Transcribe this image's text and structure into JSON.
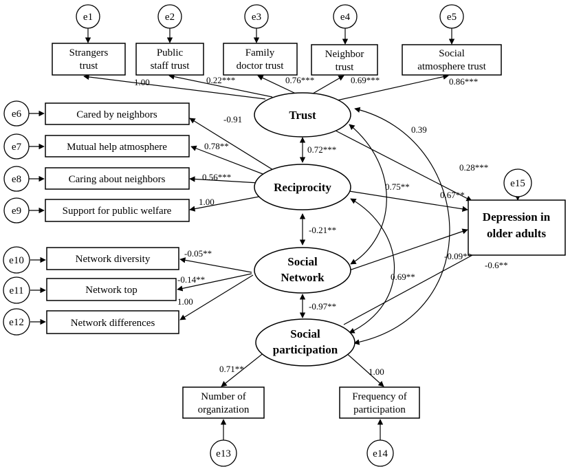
{
  "errors": {
    "e1": "e1",
    "e2": "e2",
    "e3": "e3",
    "e4": "e4",
    "e5": "e5",
    "e6": "e6",
    "e7": "e7",
    "e8": "e8",
    "e9": "e9",
    "e10": "e10",
    "e11": "e11",
    "e12": "e12",
    "e13": "e13",
    "e14": "e14",
    "e15": "e15"
  },
  "indicators": {
    "strangers_trust": [
      "Strangers",
      "trust"
    ],
    "public_staff_trust": [
      "Public",
      "staff trust"
    ],
    "family_doctor_trust": [
      "Family",
      "doctor trust"
    ],
    "neighbor_trust": [
      "Neighbor",
      "trust"
    ],
    "social_atmosphere_trust": [
      "Social",
      "atmosphere trust"
    ],
    "cared_by_neighbors": "Cared by neighbors",
    "mutual_help_atmosphere": "Mutual help atmosphere",
    "caring_about_neighbors": "Caring about neighbors",
    "support_public_welfare": "Support for public welfare",
    "network_diversity": "Network diversity",
    "network_top": "Network top",
    "network_differences": "Network differences",
    "number_of_organization": [
      "Number of",
      "organization"
    ],
    "frequency_of_participation": [
      "Frequency of",
      "participation"
    ]
  },
  "latents": {
    "trust": "Trust",
    "reciprocity": "Reciprocity",
    "social_network": [
      "Social",
      "Network"
    ],
    "social_participation": [
      "Social",
      "participation"
    ]
  },
  "outcome": [
    "Depression in",
    "older adults"
  ],
  "coefficients": {
    "strangers_trust": "1.00",
    "public_staff_trust": "0.22***",
    "family_doctor_trust": "0.76***",
    "neighbor_trust": "0.69***",
    "social_atmosphere_trust": "0.86***",
    "cared_by_neighbors": "-0.91",
    "mutual_help_atmosphere": "0.78**",
    "caring_about_neighbors": "0.56***",
    "support_public_welfare": "1.00",
    "network_diversity": "-0.05**",
    "network_top": "-0.14**",
    "network_differences": "1.00",
    "number_of_organization": "0.71**",
    "frequency_of_participation": "1.00",
    "trust_reciprocity": "0.72***",
    "reciprocity_network": "-0.21**",
    "network_participation": "-0.97**",
    "trust_network": "0.75**",
    "reciprocity_participation": "0.69**",
    "trust_participation": "0.39",
    "trust_depression": "0.28***",
    "reciprocity_depression": "0.67**",
    "network_depression": "-0.09**",
    "participation_depression": "-0.6**"
  }
}
